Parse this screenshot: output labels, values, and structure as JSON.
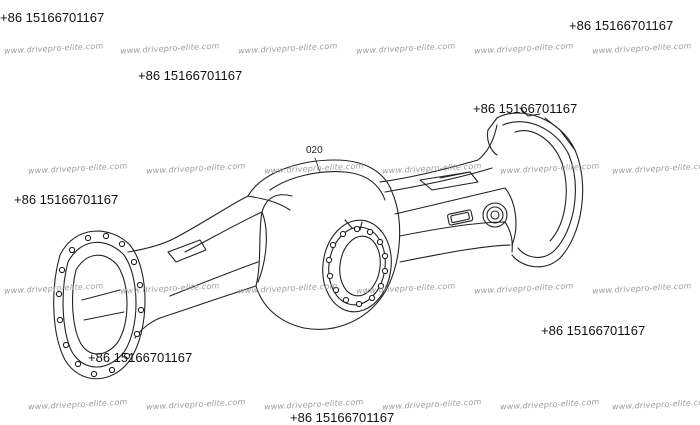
{
  "diagram": {
    "part_label": "020",
    "watermark_text": "www.drivepro-elite.com",
    "phone_text": "+86 15166701167",
    "line_color": "#222222"
  }
}
